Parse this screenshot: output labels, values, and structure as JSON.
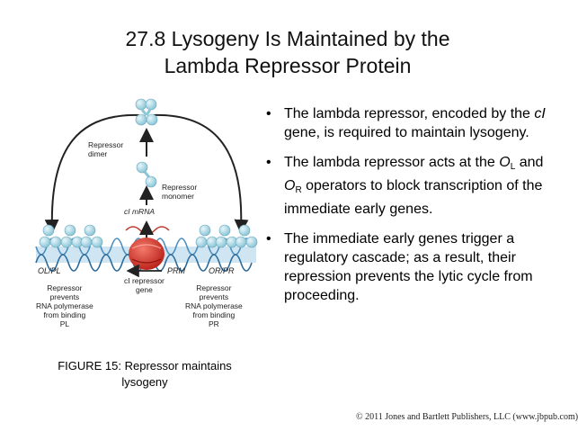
{
  "title": {
    "line1": "27.8  Lysogeny Is Maintained by the",
    "line2": "Lambda Repressor Protein"
  },
  "figure": {
    "labels": {
      "repressor_dimer": "Repressor\ndimer",
      "repressor_monomer": "Repressor\nmonomer",
      "ci_mrna": "cI mRNA",
      "ol_pl": "OL/PL",
      "ci_repressor_gene": "cI repressor\ngene",
      "prm": "PRM",
      "or_pr": "OR/PR",
      "left_note": "Repressor\nprevents\nRNA polymerase\nfrom binding\nPL",
      "right_note": "Repressor\nprevents\nRNA polymerase\nfrom binding\nPR"
    },
    "colors": {
      "dna": "#4a8fc0",
      "repressor": "#a8d6e3",
      "polymerase": "#d8352a",
      "arrow": "#222222"
    },
    "caption_line1": "FIGURE 15: Repressor maintains",
    "caption_line2": "lysogeny"
  },
  "bullets": {
    "b1": {
      "part1": "The lambda repressor, encoded by the ",
      "italic": "cI",
      "part2": " gene, is required to maintain lysogeny."
    },
    "b2": {
      "part1": "The lambda repressor acts at the ",
      "o1": "O",
      "s1": "L",
      "and": " and ",
      "o2": "O",
      "s2": "R",
      "part2": " operators to block transcription of the immediate early genes."
    },
    "b3": {
      "text": "The immediate early genes trigger a regulatory cascade; as a result, their repression prevents the lytic cycle from proceeding."
    },
    "bullet_char": "•"
  },
  "copyright": "© 2011 Jones and Bartlett Publishers, LLC (www.jbpub.com)"
}
